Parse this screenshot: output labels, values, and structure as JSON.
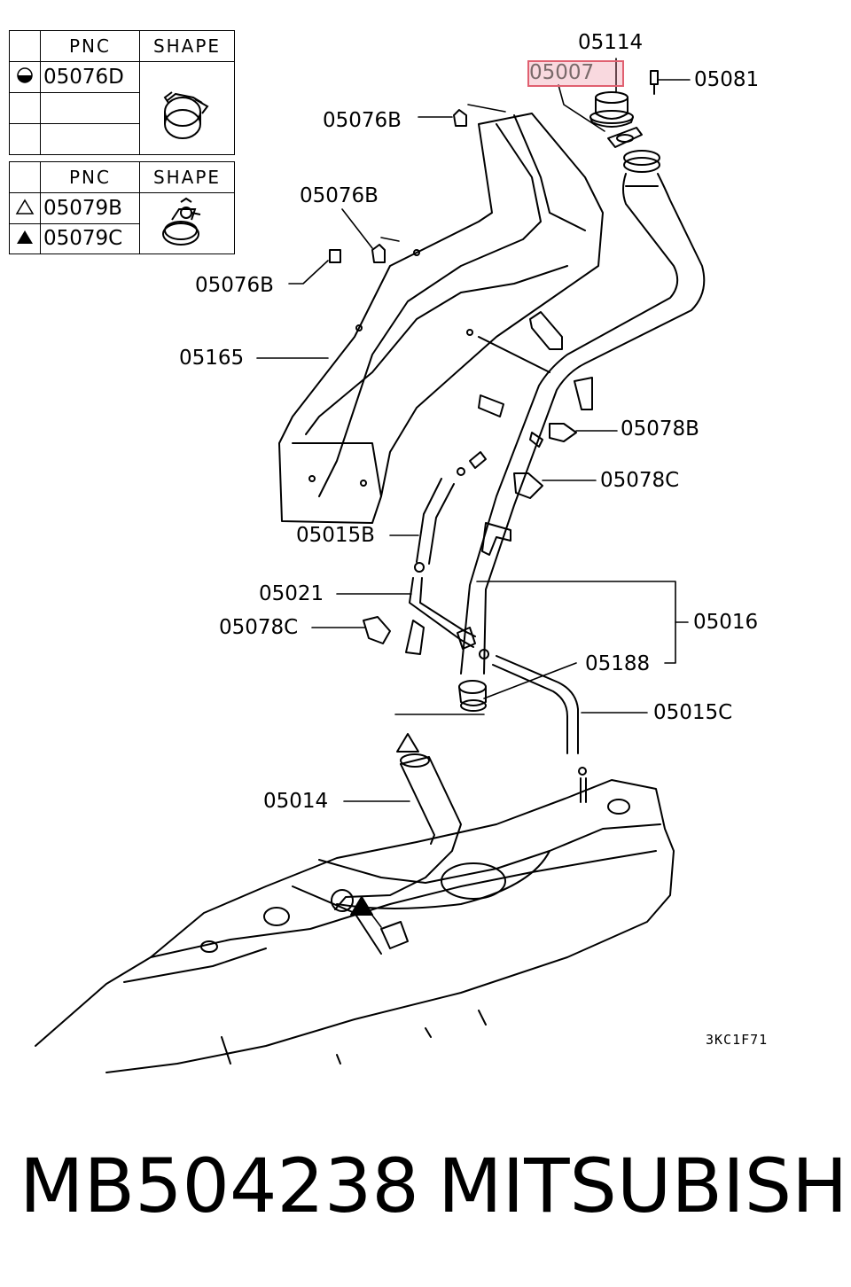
{
  "legend_clamp": {
    "header_pnc": "PNC",
    "header_shape": "SHAPE",
    "rows": [
      {
        "symbol": "half-filled-circle",
        "pnc": "05076D"
      },
      {
        "symbol": "",
        "pnc": ""
      },
      {
        "symbol": "",
        "pnc": ""
      }
    ]
  },
  "legend_band": {
    "header_pnc": "PNC",
    "header_shape": "SHAPE",
    "rows": [
      {
        "symbol": "open-triangle",
        "pnc": "05079B"
      },
      {
        "symbol": "filled-triangle",
        "pnc": "05079C"
      }
    ]
  },
  "labels": {
    "p05114": "05114",
    "p05007": "05007",
    "p05081": "05081",
    "p05076b_1": "05076B",
    "p05076b_2": "05076B",
    "p05076b_3": "05076B",
    "p05165": "05165",
    "p05078b": "05078B",
    "p05078c_1": "05078C",
    "p05015b": "05015B",
    "p05021": "05021",
    "p05016": "05016",
    "p05078c_2": "05078C",
    "p05188": "05188",
    "p05015c": "05015C",
    "p05014": "05014"
  },
  "highlight_color": "#e06070",
  "diagram_code": "3KC1F71",
  "footer": {
    "part_number": "MB504238",
    "brand": "MITSUBISHI"
  }
}
